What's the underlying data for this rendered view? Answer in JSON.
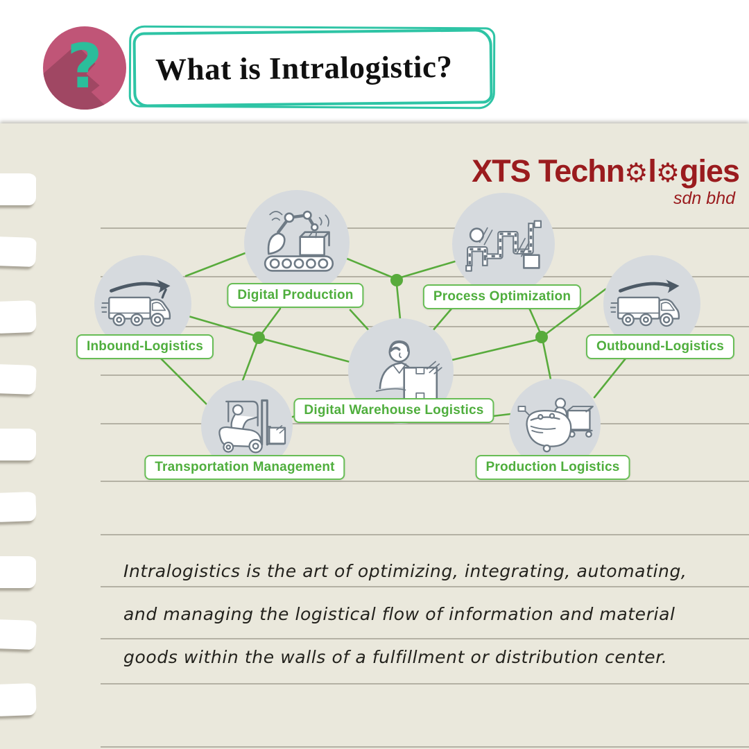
{
  "header": {
    "title": "What is Intralogistic?",
    "question_glyph": "?",
    "accent_teal": "#2ec4a5",
    "icon_pink": "#c05577"
  },
  "logo": {
    "part1": "XTS Techn",
    "part2": "l",
    "part3": "gies",
    "gear": "⚙",
    "subtitle": "sdn bhd",
    "color": "#9a1b1e"
  },
  "diagram": {
    "line_color": "#58ab3c",
    "label_green": "#4fae3d",
    "circle_gray": "#d6dade",
    "nodes": [
      {
        "id": "digital-production",
        "label": "Digital Production"
      },
      {
        "id": "process-optimization",
        "label": "Process Optimization"
      },
      {
        "id": "inbound-logistics",
        "label": "Inbound-Logistics"
      },
      {
        "id": "outbound-logistics",
        "label": "Outbound-Logistics"
      },
      {
        "id": "digital-warehouse-logistics",
        "label": "Digital Warehouse Logistics"
      },
      {
        "id": "transportation-management",
        "label": "Transportation Management"
      },
      {
        "id": "production-logistics",
        "label": "Production Logistics"
      }
    ]
  },
  "description": {
    "lines": [
      "Intralogistics is the art of optimizing, integrating, automating,",
      "and managing the logistical flow of information and material",
      "goods within the walls of a fulfillment or distribution center."
    ]
  }
}
